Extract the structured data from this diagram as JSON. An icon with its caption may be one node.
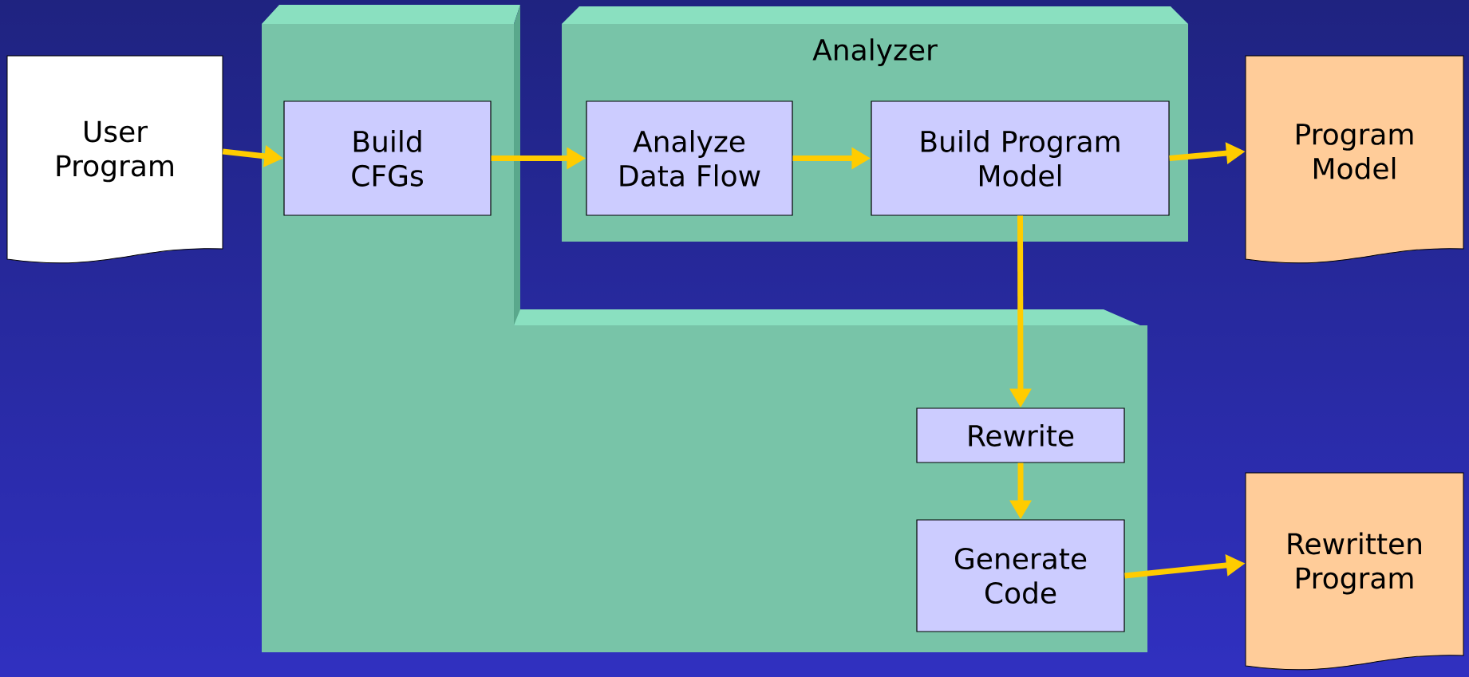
{
  "diagram": {
    "nodes": [
      {
        "text": [
          "User Program"
        ]
      },
      {
        "text": [],
        "shape": "box"
      },
      {
        "text": [
          "Build CFGs"
        ],
        "in": 1
      },
      {
        "text": [
          "Analyzer"
        ]
      },
      {
        "text": [
          "Analyze Data Flow"
        ],
        "in": 3
      },
      {
        "text": [
          "Build Program Model"
        ],
        "in": 3
      },
      {
        "text": [
          "Program Model"
        ]
      },
      {
        "text": [
          "Rewrite"
        ],
        "in": 1
      },
      {
        "text": [
          "Generate Code"
        ],
        "in": 1
      },
      {
        "text": [
          "Rewritten Program"
        ]
      }
    ],
    "edges": [
      {
        "from": 0,
        "to": 2,
        "arrow": "to"
      },
      {
        "from": 2,
        "to": 4,
        "arrow": "to"
      },
      {
        "from": 4,
        "to": 5,
        "arrow": "to"
      },
      {
        "from": 5,
        "to": 6,
        "arrow": "to"
      },
      {
        "from": 5,
        "to": 7,
        "arrow": "to"
      },
      {
        "from": 7,
        "to": 8,
        "arrow": "to"
      },
      {
        "from": 8,
        "to": 9,
        "arrow": "to"
      }
    ]
  }
}
